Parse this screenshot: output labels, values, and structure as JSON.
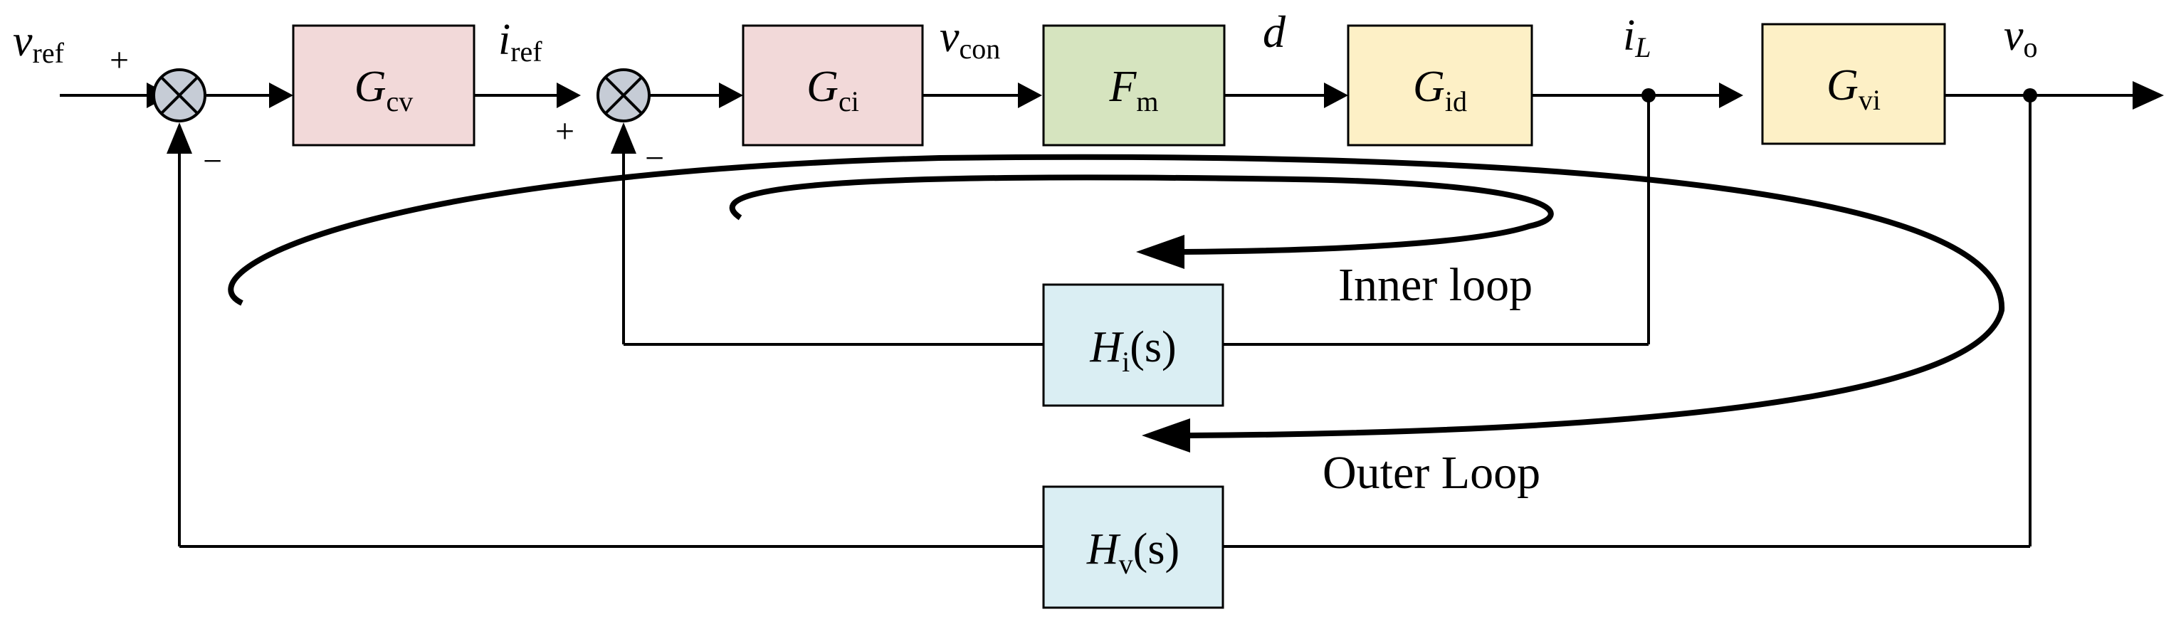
{
  "signals": {
    "vref": {
      "main": "v",
      "sub": "ref"
    },
    "iref": {
      "main": "i",
      "sub": "ref"
    },
    "vcon": {
      "main": "v",
      "sub": "con"
    },
    "d": {
      "main": "d"
    },
    "iL": {
      "main": "i",
      "sub": "L"
    },
    "vo": {
      "main": "v",
      "sub": "o"
    }
  },
  "signs": {
    "sum1_plus": "+",
    "sum1_minus": "−",
    "sum2_plus": "+",
    "sum2_minus": "−"
  },
  "blocks": {
    "gcv": {
      "main": "G",
      "sub": "cv",
      "color": "#f2d9d9"
    },
    "gci": {
      "main": "G",
      "sub": "ci",
      "color": "#f2d9d9"
    },
    "fm": {
      "main": "F",
      "sub": "m",
      "color": "#d6e4bf"
    },
    "gid": {
      "main": "G",
      "sub": "id",
      "color": "#fdf0c6"
    },
    "gvi": {
      "main": "G",
      "sub": "vi",
      "color": "#fdf0c6"
    },
    "hi": {
      "main": "H",
      "sub": "i",
      "suffix": "(s)",
      "color": "#daeef3"
    },
    "hv": {
      "main": "H",
      "sub": "v",
      "suffix": "(s)",
      "color": "#daeef3"
    }
  },
  "loops": {
    "inner": "Inner loop",
    "outer": "Outer Loop"
  }
}
